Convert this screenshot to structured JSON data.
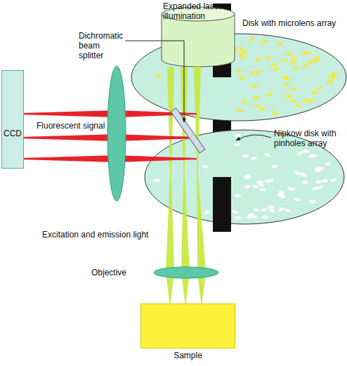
{
  "diagram": {
    "nodes": [
      {
        "text": [
          "CCD"
        ]
      },
      {
        "text": [
          "Sample"
        ]
      }
    ],
    "labels": [
      "Expanded laser illumination",
      "Disk with microlens array",
      "Dichromatic beam splitter",
      "Fluorescent signal",
      "Nipkow disk with pinholes array",
      "Excitation and emission light",
      "Objective"
    ]
  }
}
